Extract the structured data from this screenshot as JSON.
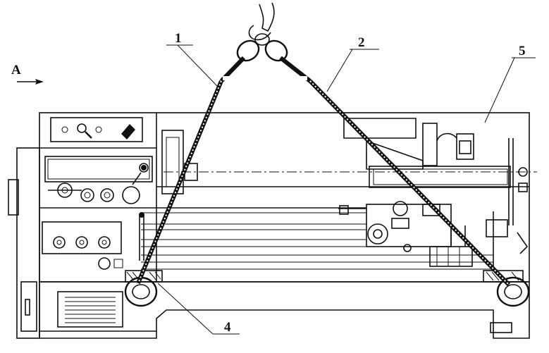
{
  "callouts": {
    "view_arrow": "A",
    "sling_left": "1",
    "sling_right": "2",
    "spacer": "4",
    "lathe": "5"
  },
  "icons": [
    "crane-hook-icon",
    "chain-link-icon",
    "shackle-icon",
    "lathe-machine-icon"
  ],
  "colors": {
    "ink": "#111111",
    "background": "#ffffff"
  }
}
